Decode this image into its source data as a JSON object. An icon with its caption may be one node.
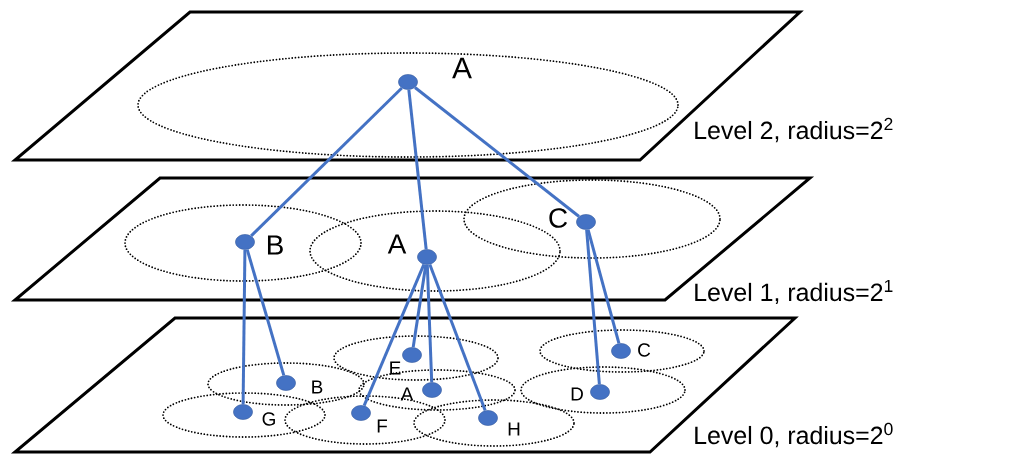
{
  "diagram": {
    "nodes": [
      {
        "text": [],
        "shape": "parallelogram",
        "beside": [
          "Level 2, radius=2$^{2}$"
        ]
      },
      {
        "text": [],
        "shape": "circle",
        "beside": [
          "A"
        ],
        "in": 0
      },
      {
        "text": [],
        "shape": "parallelogram",
        "beside": [
          "Level 1, radius=2$^{1}$"
        ]
      },
      {
        "text": [],
        "shape": "circle",
        "beside": [
          "B"
        ],
        "in": 2
      },
      {
        "text": [],
        "shape": "circle",
        "beside": [
          "A"
        ],
        "in": 2
      },
      {
        "text": [],
        "shape": "circle",
        "beside": [
          "C"
        ],
        "in": 2
      },
      {
        "text": [],
        "shape": "parallelogram",
        "beside": [
          "Level 0, radius=2$^{0}$"
        ]
      },
      {
        "text": [],
        "shape": "circle",
        "beside": [
          "C"
        ],
        "in": 6
      },
      {
        "text": [],
        "shape": "circle",
        "beside": [
          "E"
        ],
        "in": 6
      },
      {
        "text": [],
        "shape": "circle",
        "beside": [
          "B"
        ],
        "in": 6
      },
      {
        "text": [],
        "shape": "circle",
        "beside": [
          "A"
        ],
        "in": 6
      },
      {
        "text": [],
        "shape": "circle",
        "beside": [
          "D"
        ],
        "in": 6
      },
      {
        "text": [],
        "shape": "circle",
        "beside": [
          "G"
        ],
        "in": 6
      },
      {
        "text": [],
        "shape": "circle",
        "beside": [
          "F"
        ],
        "in": 6
      },
      {
        "text": [],
        "shape": "circle",
        "beside": [
          "H"
        ],
        "in": 6
      }
    ],
    "edges": [
      {
        "from": 1,
        "to": 3,
        "arrow": "none"
      },
      {
        "from": 1,
        "to": 4,
        "arrow": "none"
      },
      {
        "from": 1,
        "to": 5,
        "arrow": "none"
      },
      {
        "from": 3,
        "to": 12,
        "arrow": "none"
      },
      {
        "from": 3,
        "to": 9,
        "arrow": "none"
      },
      {
        "from": 4,
        "to": 13,
        "arrow": "none"
      },
      {
        "from": 4,
        "to": 8,
        "arrow": "none"
      },
      {
        "from": 4,
        "to": 10,
        "arrow": "none"
      },
      {
        "from": 4,
        "to": 14,
        "arrow": "none"
      },
      {
        "from": 5,
        "to": 7,
        "arrow": "none"
      },
      {
        "from": 5,
        "to": 11,
        "arrow": "none"
      }
    ]
  }
}
